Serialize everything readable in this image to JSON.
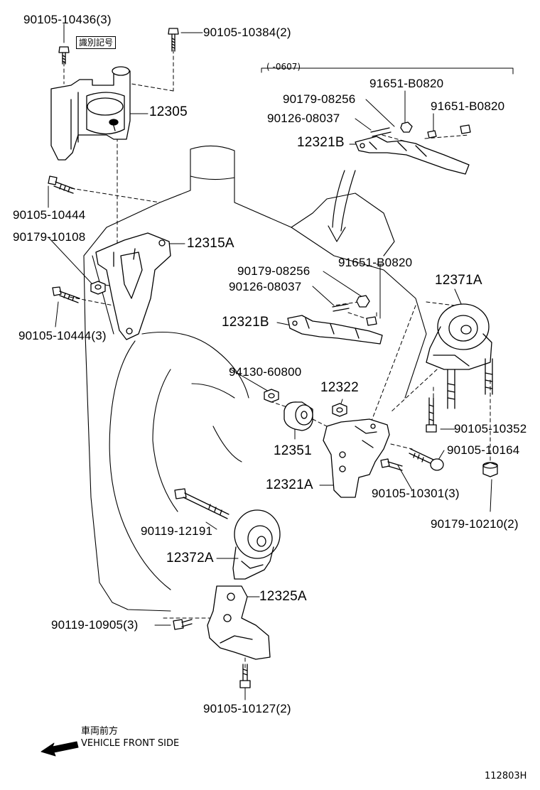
{
  "diagram_id": "112803H",
  "id_mark_label": "識別記号",
  "range_note": "(      -0607)",
  "front_side": {
    "jp": "車両前方",
    "en": "VEHICLE FRONT SIDE"
  },
  "parts": {
    "p_90105_10436": "90105-10436(3)",
    "p_90105_10384": "90105-10384(2)",
    "p_12305": "12305",
    "p_91651_B0820_a": "91651-B0820",
    "p_90179_08256_a": "90179-08256",
    "p_91651_B0820_b": "91651-B0820",
    "p_90126_08037_a": "90126-08037",
    "p_12321B_a": "12321B",
    "p_90105_10444": "90105-10444",
    "p_90179_10108": "90179-10108",
    "p_12315A": "12315A",
    "p_91651_B0820_c": "91651-B0820",
    "p_90179_08256_b": "90179-08256",
    "p_90126_08037_b": "90126-08037",
    "p_12371A": "12371A",
    "p_90105_10444_3": "90105-10444(3)",
    "p_12321B_b": "12321B",
    "p_94130_60800": "94130-60800",
    "p_12322": "12322",
    "p_90105_10352": "90105-10352",
    "p_12351": "12351",
    "p_90105_10164": "90105-10164",
    "p_12321A": "12321A",
    "p_90105_10301": "90105-10301(3)",
    "p_90119_12191": "90119-12191",
    "p_90179_10210": "90179-10210(2)",
    "p_12372A": "12372A",
    "p_12325A": "12325A",
    "p_90119_10905": "90119-10905(3)",
    "p_90105_10127": "90105-10127(2)"
  }
}
